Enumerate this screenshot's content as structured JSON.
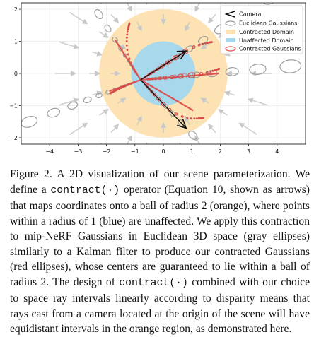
{
  "chart_data": {
    "type": "diagram",
    "xlim": [
      -5,
      5
    ],
    "ylim": [
      -2.2,
      2.2
    ],
    "x_ticks": [
      "−4",
      "−3",
      "−2",
      "−1",
      "0",
      "1",
      "2",
      "3",
      "4"
    ],
    "y_ticks": [
      "−2",
      "−1",
      "0",
      "1",
      "2"
    ],
    "grid": true,
    "legend_position": "top-right",
    "legend": [
      {
        "label": "Camera",
        "key": "camera"
      },
      {
        "label": "Euclidean Gaussians",
        "key": "euclidean"
      },
      {
        "label": "Contracted Domain",
        "key": "contracted_domain"
      },
      {
        "label": "Unaffected Domain",
        "key": "unaffected_domain"
      },
      {
        "label": "Contracted Gaussians",
        "key": "contracted"
      }
    ],
    "colors": {
      "contracted_domain": "#fde3b4",
      "unaffected_domain": "#a8d8ec",
      "euclidean": "#a0a0a0",
      "contracted": "#d94848",
      "camera": "#111111",
      "arrows": "#c8c8c8"
    },
    "contracted_domain_radius": 2,
    "unaffected_domain_radius": 1,
    "cameras": [
      {
        "origin": [
          -0.8,
          -0.2
        ],
        "direction": [
          1.6,
          0.9
        ]
      },
      {
        "origin": [
          -0.8,
          -0.2
        ],
        "direction": [
          1.6,
          -1.5
        ]
      }
    ],
    "rays": [
      {
        "from": [
          -0.8,
          -0.2
        ],
        "to": [
          0.8,
          0.7
        ]
      },
      {
        "from": [
          -0.8,
          -0.2
        ],
        "to": [
          1.95,
          0
        ]
      },
      {
        "from": [
          -0.8,
          -0.2
        ],
        "to": [
          1.05,
          -1.15
        ]
      },
      {
        "from": [
          -0.8,
          -0.2
        ],
        "to": [
          -1.7,
          1.05
        ]
      },
      {
        "from": [
          -0.8,
          -0.2
        ],
        "to": [
          -1.9,
          -0.55
        ]
      }
    ]
  },
  "caption": {
    "label": "Figure 2.",
    "part1": " A 2D visualization of our scene parameterization. We define a ",
    "code1": "contract(·)",
    "part2": " operator (Equation 10, shown as arrows) that maps coordinates onto a ball of radius 2 (orange), where points within a radius of 1 (blue) are unaffected. We apply this contraction to mip-NeRF Gaussians in Euclidean 3D space (gray ellipses) similarly to a Kalman filter to produce our contracted Gaussians (red ellipses), whose centers are guaranteed to lie within a ball of radius 2. The design of ",
    "code2": "contract(·)",
    "part3": " combined with our choice to space ray intervals linearly according to disparity means that rays cast from a camera located at the origin of the scene will have equidistant intervals in the orange region, as demonstrated here."
  }
}
